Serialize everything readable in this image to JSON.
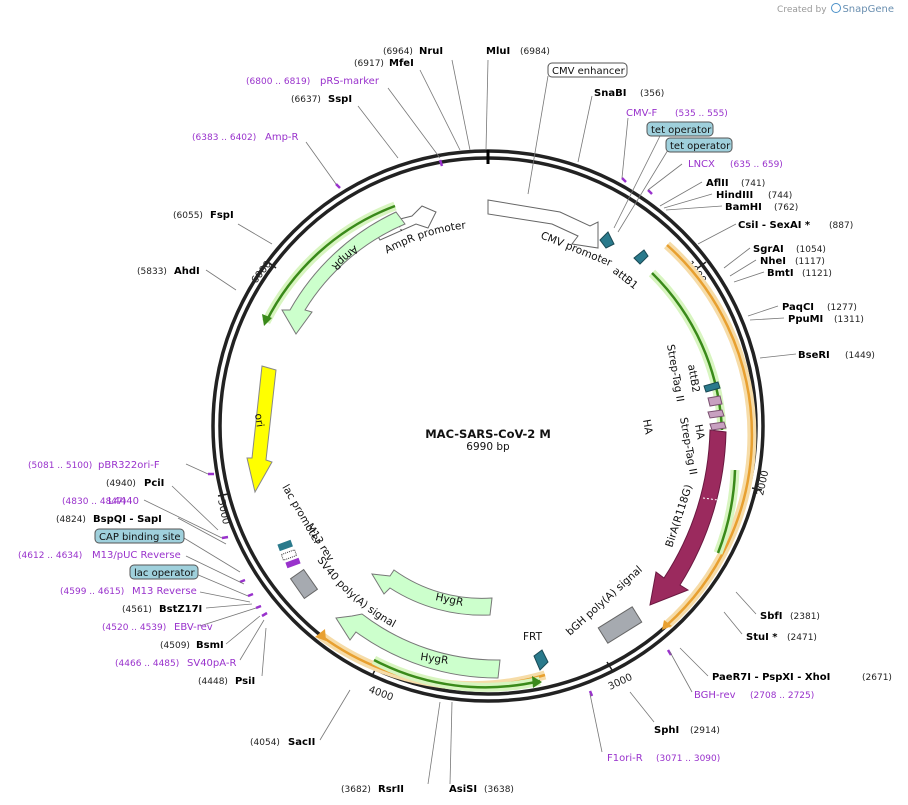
{
  "credit": {
    "created_by": "Created by",
    "brand": "SnapGene"
  },
  "title": {
    "name": "MAC-SARS-CoV-2 M",
    "length": "6990 bp"
  },
  "ticks": [
    "1000",
    "2000",
    "3000",
    "4000",
    "5000",
    "6000"
  ],
  "sites": [
    {
      "name": "NruI",
      "pos": "(6964)",
      "type": "enzyme"
    },
    {
      "name": "MluI",
      "pos": "(6984)",
      "type": "enzyme"
    },
    {
      "name": "MfeI",
      "pos": "(6917)",
      "type": "enzyme"
    },
    {
      "name": "pRS-marker",
      "pos": "(6800 .. 6819)",
      "type": "primer"
    },
    {
      "name": "SspI",
      "pos": "(6637)",
      "type": "enzyme"
    },
    {
      "name": "Amp-R",
      "pos": "(6383 .. 6402)",
      "type": "primer"
    },
    {
      "name": "FspI",
      "pos": "(6055)",
      "type": "enzyme"
    },
    {
      "name": "AhdI",
      "pos": "(5833)",
      "type": "enzyme"
    },
    {
      "name": "pBR322ori-F",
      "pos": "(5081 .. 5100)",
      "type": "primer"
    },
    {
      "name": "PciI",
      "pos": "(4940)",
      "type": "enzyme"
    },
    {
      "name": "L4440",
      "pos": "(4830 .. 4847)",
      "type": "primer"
    },
    {
      "name": "BspQI   - SapI",
      "pos": "(4824)",
      "type": "enzyme"
    },
    {
      "name": "M13/pUC Reverse",
      "pos": "(4612 .. 4634)",
      "type": "primer"
    },
    {
      "name": "M13 Reverse",
      "pos": "(4599 .. 4615)",
      "type": "primer"
    },
    {
      "name": "BstZ17I",
      "pos": "(4561)",
      "type": "enzyme"
    },
    {
      "name": "EBV-rev",
      "pos": "(4520 .. 4539)",
      "type": "primer"
    },
    {
      "name": "BsmI",
      "pos": "(4509)",
      "type": "enzyme"
    },
    {
      "name": "SV40pA-R",
      "pos": "(4466 .. 4485)",
      "type": "primer"
    },
    {
      "name": "PsiI",
      "pos": "(4448)",
      "type": "enzyme"
    },
    {
      "name": "SacII",
      "pos": "(4054)",
      "type": "enzyme"
    },
    {
      "name": "RsrII",
      "pos": "(3682)",
      "type": "enzyme"
    },
    {
      "name": "AsiSI",
      "pos": "(3638)",
      "type": "enzyme"
    },
    {
      "name": "SnaBI",
      "pos": "(356)",
      "type": "enzyme"
    },
    {
      "name": "CMV-F",
      "pos": "(535 .. 555)",
      "type": "primer"
    },
    {
      "name": "LNCX",
      "pos": "(635 .. 659)",
      "type": "primer"
    },
    {
      "name": "AflII",
      "pos": "(741)",
      "type": "enzyme"
    },
    {
      "name": "HindIII",
      "pos": "(744)",
      "type": "enzyme"
    },
    {
      "name": "BamHI",
      "pos": "(762)",
      "type": "enzyme"
    },
    {
      "name": "CsiI   - SexAI *",
      "pos": "(887)",
      "type": "enzyme"
    },
    {
      "name": "SgrAI",
      "pos": "(1054)",
      "type": "enzyme"
    },
    {
      "name": "NheI",
      "pos": "(1117)",
      "type": "enzyme"
    },
    {
      "name": "BmtI",
      "pos": "(1121)",
      "type": "enzyme"
    },
    {
      "name": "PaqCI",
      "pos": "(1277)",
      "type": "enzyme"
    },
    {
      "name": "PpuMI",
      "pos": "(1311)",
      "type": "enzyme"
    },
    {
      "name": "BseRI",
      "pos": "(1449)",
      "type": "enzyme"
    },
    {
      "name": "SbfI",
      "pos": "(2381)",
      "type": "enzyme"
    },
    {
      "name": "StuI *",
      "pos": "(2471)",
      "type": "enzyme"
    },
    {
      "name": "PaeR7I   - PspXI   - XhoI",
      "pos": "(2671)",
      "type": "enzyme"
    },
    {
      "name": "BGH-rev",
      "pos": "(2708 .. 2725)",
      "type": "primer"
    },
    {
      "name": "SphI",
      "pos": "(2914)",
      "type": "enzyme"
    },
    {
      "name": "F1ori-R",
      "pos": "(3071 .. 3090)",
      "type": "primer"
    }
  ],
  "boxed": [
    "CMV enhancer",
    "tet operator",
    "tet operator",
    "CAP binding site",
    "lac operator"
  ],
  "features": [
    "CMV promoter",
    "attB1",
    "attB2",
    "Strep-Tag II",
    "HA",
    "HA",
    "Strep-Tag II",
    "BirA(R118G)",
    "bGH poly(A) signal",
    "FRT",
    "HygR",
    "HygR",
    "SV40 poly(A) signal",
    "M13 rev",
    "lac promoter",
    "ori",
    "AmpR",
    "AmpR promoter"
  ],
  "colors": {
    "primer": "#9932cc",
    "enzyme_name": "#000000",
    "ring": "#222222",
    "promoter_fill": "#ffffff",
    "marker_fill": "#ccffcc",
    "ori_fill": "#ffff00",
    "cds_fill": "#9b2a5e",
    "orange_band": "#e8a030",
    "operator_fill": "#9fd0dc",
    "teal": "#2a7a8c",
    "tag_fill": "#c8a0c0",
    "polya_fill": "#a6aab0"
  }
}
